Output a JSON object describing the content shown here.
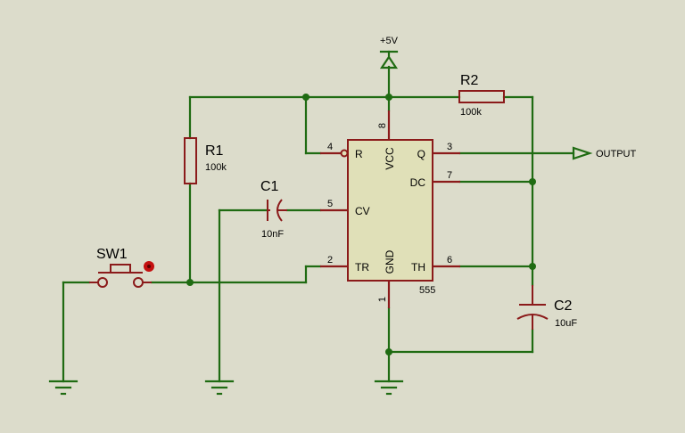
{
  "power": {
    "label": "+5V"
  },
  "output": {
    "label": "OUTPUT"
  },
  "ic": {
    "name": "555",
    "pin_names": {
      "R": "R",
      "VCC": "VCC",
      "Q": "Q",
      "DC": "DC",
      "CV": "CV",
      "TR": "TR",
      "GND": "GND",
      "TH": "TH"
    },
    "pin_numbers": {
      "p1": "1",
      "p2": "2",
      "p3": "3",
      "p4": "4",
      "p5": "5",
      "p6": "6",
      "p7": "7",
      "p8": "8"
    }
  },
  "components": {
    "R1": {
      "ref": "R1",
      "value": "100k"
    },
    "R2": {
      "ref": "R2",
      "value": "100k"
    },
    "C1": {
      "ref": "C1",
      "value": "10nF"
    },
    "C2": {
      "ref": "C2",
      "value": "10uF"
    },
    "SW1": {
      "ref": "SW1"
    }
  },
  "colors": {
    "background": "#dcdccb",
    "wire": "#1f6b12",
    "component": "#8b1a1a",
    "ic_fill": "#e0e0b8",
    "probe": "#c41010"
  }
}
